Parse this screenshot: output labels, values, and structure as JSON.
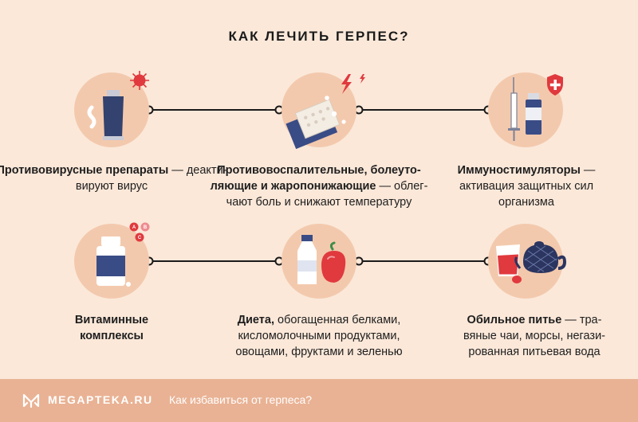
{
  "title": "КАК ЛЕЧИТЬ ГЕРПЕС?",
  "items": [
    {
      "bold": "Противовирусные препараты",
      "rest": " — деакти-вируют вирус",
      "icon": "ointment-tube-virus-icon"
    },
    {
      "bold": "Противовоспалительные, болеуто-ляющие и жаропонижающие",
      "rest": " — облег-чают боль и снижают температуру",
      "icon": "pills-pack-lightning-icon"
    },
    {
      "bold": "Иммуностимуляторы",
      "rest": " — активация защитных сил организма",
      "icon": "syringe-vial-shield-icon"
    },
    {
      "bold": "Витаминные комплексы",
      "rest": "",
      "icon": "vitamin-jar-icon"
    },
    {
      "bold": "Диета,",
      "rest": " обогащенная белками, кисломолочными продуктами, овощами, фруктами и зеленью",
      "icon": "milk-bottle-pepper-icon"
    },
    {
      "bold": "Обильное питье",
      "rest": " — тра-вяные чаи, морсы, негази-рованная питьевая вода",
      "icon": "teapot-juice-icon"
    }
  ],
  "footer": {
    "brand": "MEGAPTEKA.RU",
    "link": "Как избавиться от герпеса?"
  },
  "colors": {
    "background": "#fbe8d9",
    "circle": "#f3c9ad",
    "footer": "#e9b294",
    "accent_red": "#e0393e",
    "tube_blue": "#33426e"
  }
}
